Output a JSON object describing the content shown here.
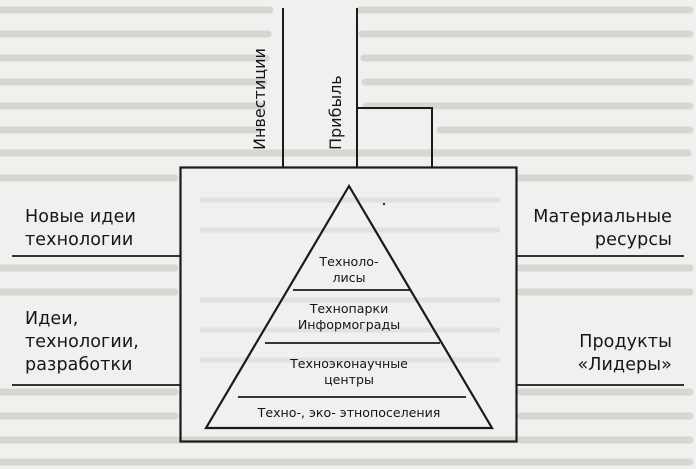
{
  "diagram": {
    "top_labels": {
      "investments": "Инвестиции",
      "profit": "Прибыль"
    },
    "left_labels": {
      "new_ideas": [
        "Новые идеи",
        "технологии"
      ],
      "ideas": [
        "Идеи,",
        "технологии,",
        "разработки"
      ]
    },
    "right_labels": {
      "material": [
        "Материальные",
        "ресурсы"
      ],
      "products": [
        "Продукты",
        "«Лидеры»"
      ]
    },
    "pyramid_tiers": [
      {
        "lines": [
          "Техноло-",
          "лисы"
        ]
      },
      {
        "lines": [
          "Технопарки",
          "Информограды"
        ]
      },
      {
        "lines": [
          "Техноэконаучные",
          "центры"
        ]
      },
      {
        "lines": [
          "Техно-, эко- этнопоселения"
        ]
      }
    ]
  }
}
